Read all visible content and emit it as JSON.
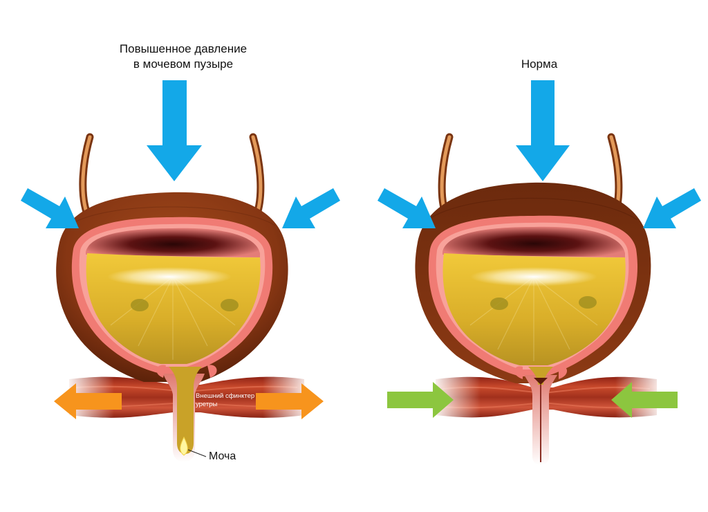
{
  "left_panel": {
    "title_line1": "Повышенное давление",
    "title_line2": "в мочевом пузыре",
    "sphincter_label_line1": "Внешний сфинктер",
    "sphincter_label_line2": "уретры",
    "urine_label": "Моча",
    "side_arrow_color": "#f7941d"
  },
  "right_panel": {
    "title": "Норма",
    "side_arrow_color": "#8cc63f"
  },
  "colors": {
    "pressure_arrow": "#13a8e8",
    "bladder_wall": "#8a3a14",
    "mucosa": "#f07b74",
    "urine": "#e6b92e",
    "muscle": "#b3321f"
  },
  "icons": {
    "pressure_arrow": "arrow-down-icon",
    "open_sphincter": "arrows-outward-icon",
    "closed_sphincter": "arrows-inward-icon"
  }
}
